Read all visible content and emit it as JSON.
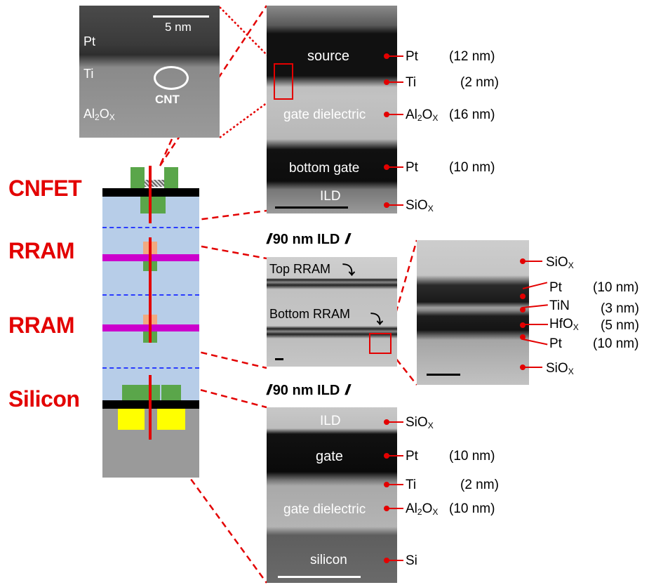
{
  "device_labels": [
    "CNFET",
    "RRAM",
    "RRAM",
    "Silicon"
  ],
  "inset": {
    "scale": "5 nm",
    "pt": "Pt",
    "ti": "Ti",
    "al2ox": {
      "base": "Al",
      "sub": "2",
      "base2": "O",
      "sub2": "X"
    },
    "cnt": "CNT"
  },
  "cnfet_tem": {
    "inner": [
      "source",
      "gate dielectric",
      "bottom gate",
      "ILD"
    ],
    "layers": [
      {
        "material": "Pt",
        "thickness": "(12 nm)"
      },
      {
        "material": "Ti",
        "thickness": "(2 nm)"
      },
      {
        "material": {
          "base": "Al",
          "sub": "2",
          "base2": "O",
          "sub2": "X"
        },
        "thickness": "(16 nm)"
      },
      {
        "material": "Pt",
        "thickness": "(10 nm)"
      },
      {
        "material": {
          "base": "SiO",
          "sub": "X"
        },
        "thickness": ""
      }
    ]
  },
  "ild_label": "90 nm ILD",
  "rram_tem": {
    "top": "Top RRAM",
    "bottom": "Bottom RRAM"
  },
  "rram_zoom": {
    "layers": [
      {
        "material": {
          "base": "SiO",
          "sub": "X"
        },
        "thickness": ""
      },
      {
        "material": "Pt",
        "thickness": "(10 nm)"
      },
      {
        "material": "TiN",
        "thickness": "(3 nm)"
      },
      {
        "material": {
          "base": "HfO",
          "sub": "X"
        },
        "thickness": "(5 nm)"
      },
      {
        "material": "Pt",
        "thickness": "(10 nm)"
      },
      {
        "material": {
          "base": "SiO",
          "sub": "X"
        },
        "thickness": ""
      }
    ]
  },
  "si_tem": {
    "inner": [
      "ILD",
      "gate",
      "gate dielectric",
      "silicon"
    ],
    "layers": [
      {
        "material": {
          "base": "SiO",
          "sub": "X"
        },
        "thickness": ""
      },
      {
        "material": "Pt",
        "thickness": "(10 nm)"
      },
      {
        "material": "Ti",
        "thickness": "(2 nm)"
      },
      {
        "material": {
          "base": "Al",
          "sub": "2",
          "base2": "O",
          "sub2": "X"
        },
        "thickness": "(10 nm)"
      },
      {
        "material": "Si",
        "thickness": ""
      }
    ]
  },
  "colors": {
    "accent": "#e30000",
    "stack_fill": "#b7cde8",
    "green": "#5aa64a",
    "magenta": "#cc00cc",
    "yellow": "#ffff00",
    "substrate": "#9a9a9a"
  }
}
